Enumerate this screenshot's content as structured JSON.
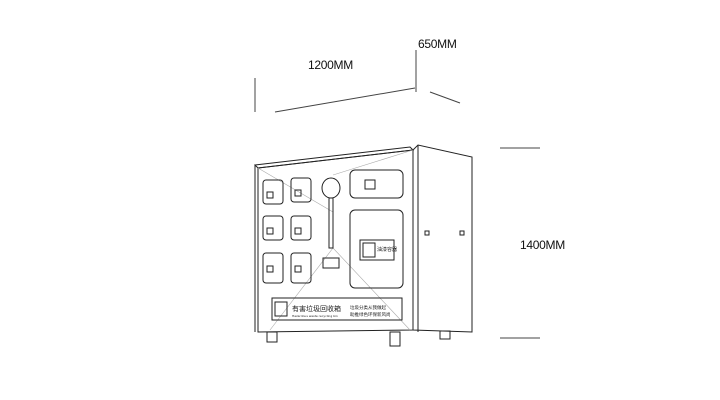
{
  "dimensions": {
    "width": "1200MM",
    "depth": "650MM",
    "height": "1400MM"
  },
  "panel": {
    "title": "有害垃圾回收箱",
    "subtitle": "Hazardous waste recycling bin",
    "slogan_line1": "垃圾分类从我做起",
    "slogan_line2": "助推绿色环保新风尚",
    "liquid_label": "油漆容器"
  },
  "colors": {
    "line": "#222222",
    "guide": "#999999"
  }
}
